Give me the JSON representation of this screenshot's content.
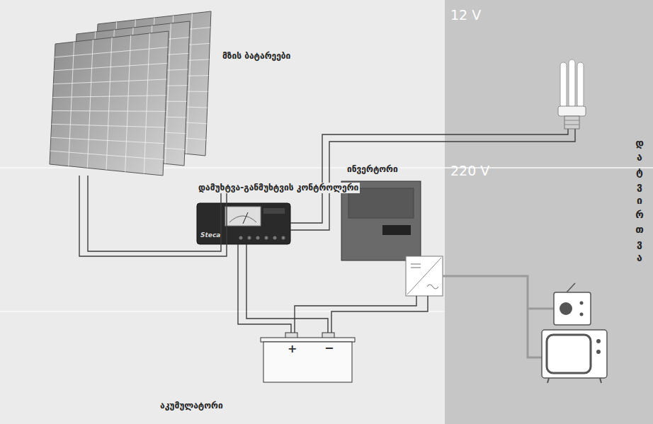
{
  "diagram": {
    "nodes": [
      {
        "text": [
          "მზის ბატარეები"
        ]
      },
      {
        "text": [
          "დამუხტვა-განმუხტვის კონტროლერი"
        ]
      },
      {
        "text": [
          "ინვერტორი"
        ]
      },
      {
        "text": [
          "აკუმულატორი",
          "+",
          "−"
        ]
      },
      {
        "text": [
          "12 V",
          "220 V",
          "დატვირთვა"
        ]
      }
    ],
    "edges": [
      {
        "from": 0,
        "to": 1,
        "arrow": "none"
      },
      {
        "from": 0,
        "to": 1,
        "arrow": "none"
      },
      {
        "from": 1,
        "to": 3,
        "arrow": "none"
      },
      {
        "from": 1,
        "to": 3,
        "arrow": "none"
      },
      {
        "from": 2,
        "to": 3,
        "arrow": "none"
      },
      {
        "from": 2,
        "to": 3,
        "arrow": "none"
      }
    ],
    "labels": [
      "Steca"
    ]
  }
}
